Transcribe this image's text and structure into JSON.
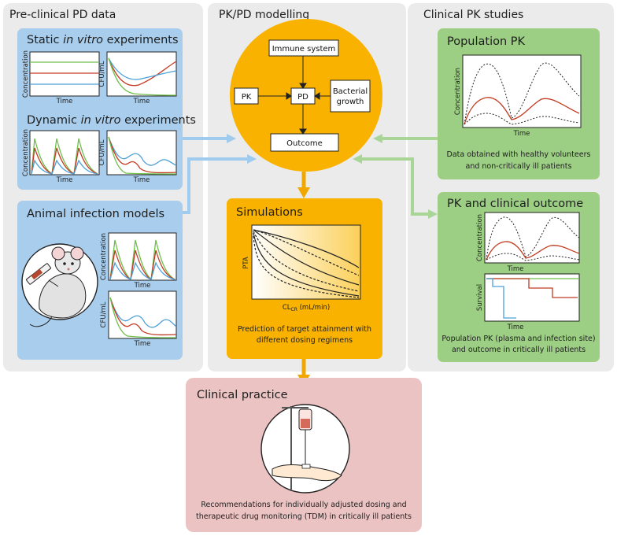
{
  "columns": {
    "preclinical": "Pre-clinical PD data",
    "pkpd": "PK/PD modelling",
    "clinical_pk": "Clinical PK studies"
  },
  "static": {
    "title_a": "Static ",
    "title_b": "in vitro",
    "title_c": " experiments",
    "ylabel1": "Concentration",
    "ylabel2": "CFU/mL",
    "xlabel": "Time"
  },
  "dynamic": {
    "title_a": "Dynamic ",
    "title_b": "in vitro",
    "title_c": " experiments",
    "ylabel1": "Concentration",
    "ylabel2": "CFU/mL",
    "xlabel": "Time"
  },
  "animal": {
    "title": "Animal infection models",
    "ylabel1": "Concentration",
    "ylabel2": "CFU/mL",
    "xlabel": "Time"
  },
  "model": {
    "immune": "Immune system",
    "pk": "PK",
    "pd": "PD",
    "bact1": "Bacterial",
    "bact2": "growth",
    "outcome": "Outcome"
  },
  "simulations": {
    "title": "Simulations",
    "ylabel": "PTA",
    "xlabel_a": "CL",
    "xlabel_sub": "CR",
    "xlabel_b": " (mL/min)",
    "caption1": "Prediction of target attainment with",
    "caption2": "different dosing regimens"
  },
  "poppk": {
    "title": "Population PK",
    "ylabel": "Concentration",
    "xlabel": "Time",
    "caption1": "Data obtained with healthy volunteers",
    "caption2": "and non-critically ill patients"
  },
  "outcome": {
    "title": "PK and clinical outcome",
    "ylabel1": "Concentration",
    "xlabel1": "Time",
    "ylabel2": "Survival",
    "xlabel2": "Time",
    "caption1": "Population PK (plasma and infection site)",
    "caption2": "and outcome in critically ill patients"
  },
  "clinical": {
    "title": "Clinical practice",
    "caption1": "Recommendations for individually adjusted dosing and",
    "caption2": "therapeutic drug monitoring (TDM) in critically ill patients"
  },
  "colors": {
    "blue_panel": "#a9cdec",
    "green_panel": "#9ccf84",
    "orange": "#f9b200",
    "pink_panel": "#ecc3c3",
    "curve_red": "#c23b22",
    "curve_green": "#6fbf4b",
    "curve_blue": "#4aa0d8",
    "arrow_blue": "#9fcbee",
    "arrow_green": "#a9d596",
    "arrow_orange": "#f0a800"
  }
}
